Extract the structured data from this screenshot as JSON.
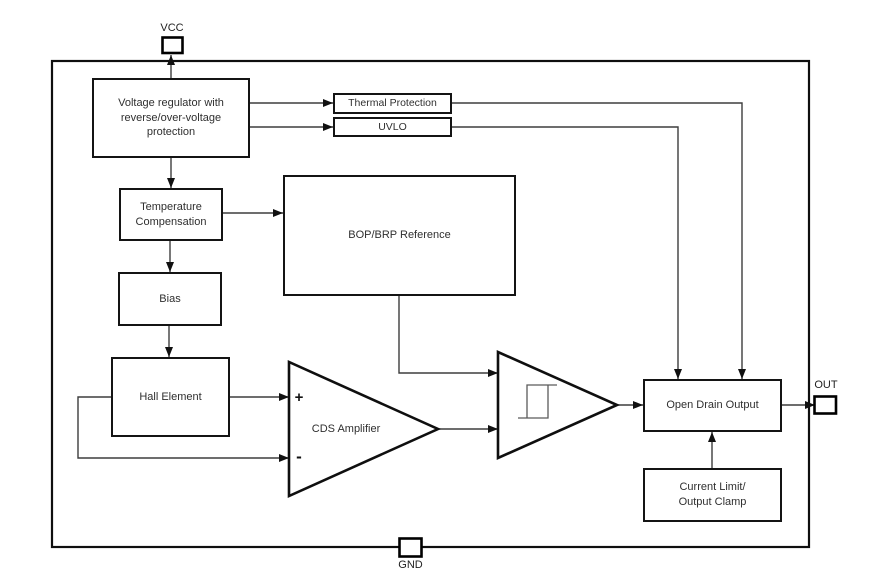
{
  "colors": {
    "background": "#ffffff",
    "connector_line": "#3d3d3d",
    "block_border": "#141414",
    "triangle_stroke": "#0f0f0f",
    "text": "#2f2f2f"
  },
  "pins": {
    "vcc": "VCC",
    "out": "OUT",
    "gnd": "GND"
  },
  "blocks": {
    "voltage_regulator": {
      "lines": [
        "Voltage regulator with",
        "reverse/over-voltage",
        "protection"
      ]
    },
    "thermal_protection": {
      "label": "Thermal Protection"
    },
    "uvlo": {
      "label": "UVLO"
    },
    "temperature_compensation": {
      "lines": [
        "Temperature",
        "Compensation"
      ]
    },
    "bop_brp_reference": {
      "label": "BOP/BRP Reference"
    },
    "bias": {
      "label": "Bias"
    },
    "hall_element": {
      "label": "Hall Element"
    },
    "open_drain_output": {
      "label": "Open Drain Output"
    },
    "current_limit": {
      "lines": [
        "Current Limit/",
        "Output Clamp"
      ]
    },
    "cds_amplifier": {
      "label": "CDS Amplifier",
      "plus": "+",
      "minus": "-"
    },
    "schmitt_trigger": {
      "label": ""
    }
  }
}
